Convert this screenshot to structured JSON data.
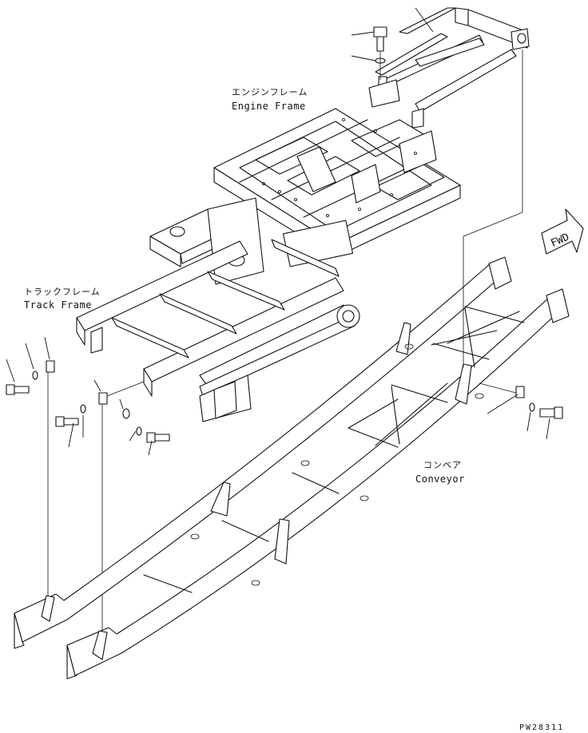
{
  "labels": {
    "engine_frame_jp": "エンジンフレーム",
    "engine_frame_en": "Engine Frame",
    "track_frame_jp": "トラックフレーム",
    "track_frame_en": "Track Frame",
    "conveyor_jp": "コンベア",
    "conveyor_en": "Conveyor"
  },
  "fwd_label": "FWD",
  "drawing_code": "PW28311"
}
